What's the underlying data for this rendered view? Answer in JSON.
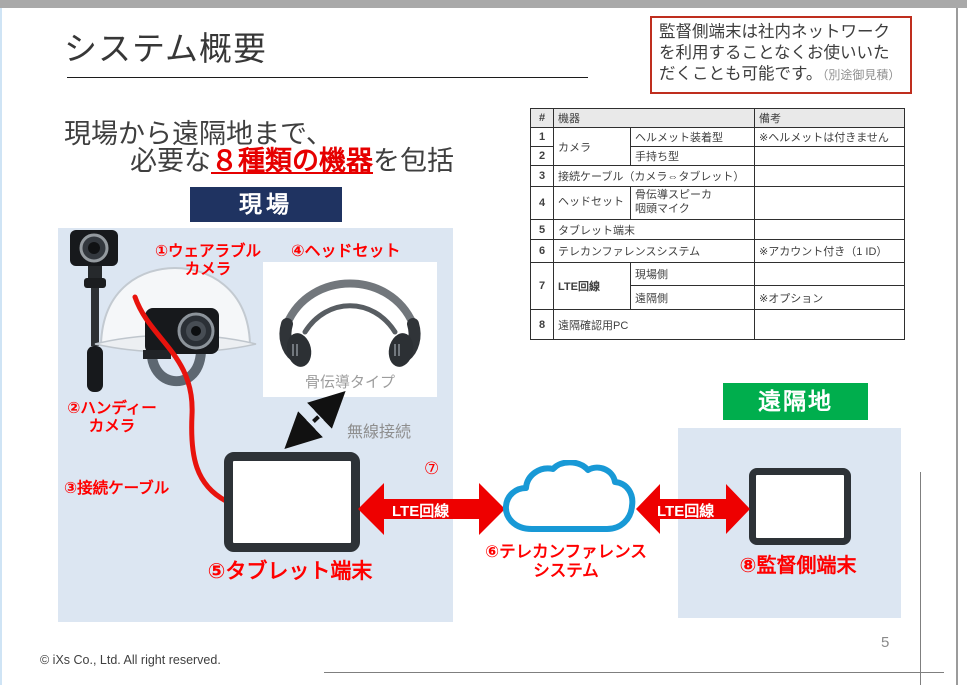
{
  "slide": {
    "title": "システム概要",
    "note": {
      "body": "監督側端末は社内ネットワークを利用することなくお使いいただくことも可能です。",
      "suffix": "（別途御見積）"
    },
    "lead": {
      "line1": "現場から遠隔地まで、",
      "line2_prefix": "必要な",
      "line2_highlight": "８種類の機器",
      "line2_suffix": "を包括"
    },
    "footer": {
      "copyright": "© iXs Co., Ltd. All right reserved.",
      "page_number": "5"
    }
  },
  "equipment_table": {
    "headers": {
      "no": "#",
      "device": "機器",
      "remarks": "備考"
    },
    "rows": {
      "r1": {
        "no": "1",
        "group": "カメラ",
        "sub": "ヘルメット装着型",
        "remarks": "※ヘルメットは付きません"
      },
      "r2": {
        "no": "2",
        "sub": "手持ち型"
      },
      "r3": {
        "no": "3",
        "device": "接続ケーブル（カメラ⇔タブレット）"
      },
      "r4": {
        "no": "4",
        "group": "ヘッドセット",
        "sub": "骨伝導スピーカ\n咽頭マイク"
      },
      "r5": {
        "no": "5",
        "device": "タブレット端末"
      },
      "r6": {
        "no": "6",
        "device": "テレカンファレンスシステム",
        "remarks": "※アカウント付き（1 ID）"
      },
      "r7": {
        "no": "7",
        "group": "LTE回線",
        "sub_a": "現場側",
        "sub_b": "遠隔側",
        "remarks_b": "※オプション"
      },
      "r8": {
        "no": "8",
        "device": "遠隔確認用PC"
      }
    }
  },
  "diagram": {
    "site_label": "現場",
    "remote_label": "遠隔地",
    "wearable_camera_label": "①ウェアラブル\nカメラ",
    "headset_label": "④ヘッドセット",
    "handy_camera_label": "②ハンディー\nカメラ",
    "cable_label": "③接続ケーブル",
    "tablet_label": "⑤タブレット端末",
    "teleconference_label": "⑥テレカンファレンス\nシステム",
    "supervisor_label": "⑧監督側端末",
    "lte_number": "⑦",
    "lte_left_label": "LTE回線",
    "lte_right_label": "LTE回線",
    "bone_conduction_caption": "骨伝導タイプ",
    "wireless_caption": "無線接続",
    "colors": {
      "site_badge": "#1f3361",
      "remote_badge": "#00ae4d",
      "panel_blue": "#dce6f2",
      "label_red": "#ff0000",
      "arrow_red": "#ee0000",
      "cloud_blue": "#1899d6",
      "note_border_red": "#bf2e1e"
    }
  }
}
